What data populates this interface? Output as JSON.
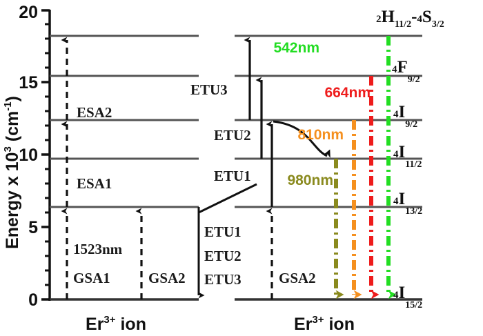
{
  "figure": {
    "type": "energy-level-diagram",
    "axis": {
      "label_main": "Energy x 10",
      "label_exponent": "3",
      "label_unit_open": " (cm",
      "label_unit_sup": "-1",
      "label_unit_close": ")",
      "ticks_major": [
        "0",
        "5",
        "10",
        "15",
        "20"
      ],
      "ymin": 0,
      "ymax": 20,
      "minor_ticks_per_major": 5
    },
    "levels": [
      {
        "id": "h11s3",
        "term_sup": "2",
        "term_main": "H",
        "term_sub": "11/2",
        "term_sup2": "4",
        "term_main2": "S",
        "term_sub2": "3/2",
        "label": "2H11/2 - 4S3/2",
        "energy": 18.5
      },
      {
        "id": "f9",
        "term_sup": "4",
        "term_main": "F",
        "term_sub": "9/2",
        "label": "4F9/2",
        "energy": 15.4
      },
      {
        "id": "i9",
        "term_sup": "4",
        "term_main": "I",
        "term_sub": "9/2",
        "label": "4I9/2",
        "energy": 12.4
      },
      {
        "id": "i11",
        "term_sup": "4",
        "term_main": "I",
        "term_sub": "11/2",
        "label": "4I11/2",
        "energy": 9.8
      },
      {
        "id": "i13",
        "term_sup": "4",
        "term_main": "I",
        "term_sub": "13/2",
        "label": "4I13/2",
        "energy": 6.4
      },
      {
        "id": "i15",
        "term_sup": "4",
        "term_main": "I",
        "term_sub": "15/2",
        "label": "4I15/2",
        "energy": 0
      }
    ],
    "ion_left": {
      "text": "Er",
      "sup": "3+",
      "suffix": " ion"
    },
    "ion_right": {
      "text": "Er",
      "sup": "3+",
      "suffix": " ion"
    },
    "left_processes": [
      {
        "name": "ESA2",
        "label": "ESA2"
      },
      {
        "name": "ESA1",
        "label": "ESA1"
      },
      {
        "name": "pump-wavelength",
        "label": "1523nm"
      },
      {
        "name": "GSA1",
        "label": "GSA1"
      },
      {
        "name": "GSA2-left",
        "label": "GSA2"
      },
      {
        "name": "ETU1-left",
        "label": "ETU1"
      },
      {
        "name": "ETU2-left",
        "label": "ETU2"
      },
      {
        "name": "ETU3-left",
        "label": "ETU3"
      }
    ],
    "middle_processes": [
      {
        "name": "ETU3",
        "label": "ETU3"
      },
      {
        "name": "ETU2",
        "label": "ETU2"
      },
      {
        "name": "ETU1",
        "label": "ETU1"
      }
    ],
    "right_processes": [
      {
        "name": "GSA2-right",
        "label": "GSA2"
      }
    ],
    "emissions": [
      {
        "name": "emission-542",
        "label": "542nm",
        "color": "#22DD22",
        "from": "h11s3",
        "to": "i15"
      },
      {
        "name": "emission-664",
        "label": "664nm",
        "color": "#EE1C1C",
        "from": "f9",
        "to": "i15"
      },
      {
        "name": "emission-810",
        "label": "810nm",
        "color": "#F5901F",
        "from": "i9",
        "to": "i15"
      },
      {
        "name": "emission-980",
        "label": "980nm",
        "color": "#8A8A1E",
        "from": "i11",
        "to": "i15"
      }
    ],
    "colors": {
      "axis": "#111111",
      "level_line": "#555555",
      "arrow": "#111111",
      "green": "#22DD22",
      "red": "#EE1C1C",
      "orange": "#F5901F",
      "olive": "#8A8A1E"
    }
  },
  "chart_data": {
    "type": "diagram",
    "title": "Er3+ energy level diagram with ESA, GSA, ETU and emission transitions",
    "ylabel": "Energy x 10^3 (cm^-1)",
    "ylim": [
      0,
      20
    ],
    "categories": [
      "4I15/2",
      "4I13/2",
      "4I11/2",
      "4I9/2",
      "4F9/2",
      "2H11/2 - 4S3/2"
    ],
    "values": [
      0,
      6.4,
      9.8,
      12.4,
      15.4,
      18.5
    ],
    "emission_wavelengths_nm": [
      980,
      810,
      664,
      542
    ],
    "pump_wavelength_nm": 1523
  }
}
